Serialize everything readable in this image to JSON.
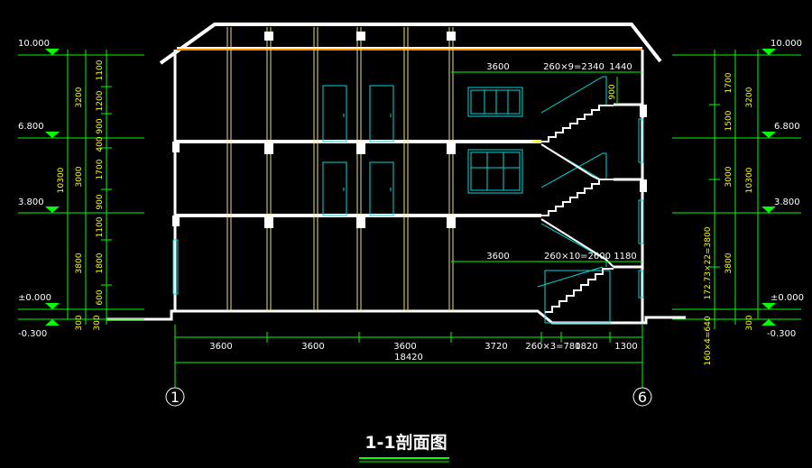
{
  "title": "1-1剖面图",
  "axes": {
    "left": "1",
    "right": "6"
  },
  "elevations": {
    "left": [
      "10.000",
      "6.800",
      "3.800",
      "±0.000",
      "-0.300"
    ],
    "right": [
      "10.000",
      "6.800",
      "3.800",
      "±0.000",
      "-0.300"
    ]
  },
  "left_dims": {
    "outer": [
      "10300"
    ],
    "mid": [
      "3200",
      "3000",
      "3800",
      "300"
    ],
    "inner": [
      "1100",
      "1200",
      "900",
      "400",
      "1700",
      "900",
      "1100",
      "1800",
      "600",
      "300"
    ]
  },
  "right_dims": {
    "outer": [
      "10300"
    ],
    "mid": [
      "3200",
      "3000",
      "3800",
      "300"
    ],
    "inner": [
      "1700",
      "1500",
      "3000",
      "172.73×22=3800",
      "160×4=640"
    ]
  },
  "bottom_dims": {
    "segments": [
      "3600",
      "3600",
      "3600",
      "3720",
      "260×3=780",
      "1820",
      "1300"
    ],
    "total": "18420"
  },
  "stair_dims": {
    "upper_span": "3600",
    "upper_run": "260×9=2340",
    "upper_landing": "1440",
    "upper_rise": "900",
    "lower_span": "3600",
    "lower_run": "260×10=2600",
    "lower_landing": "1180"
  }
}
